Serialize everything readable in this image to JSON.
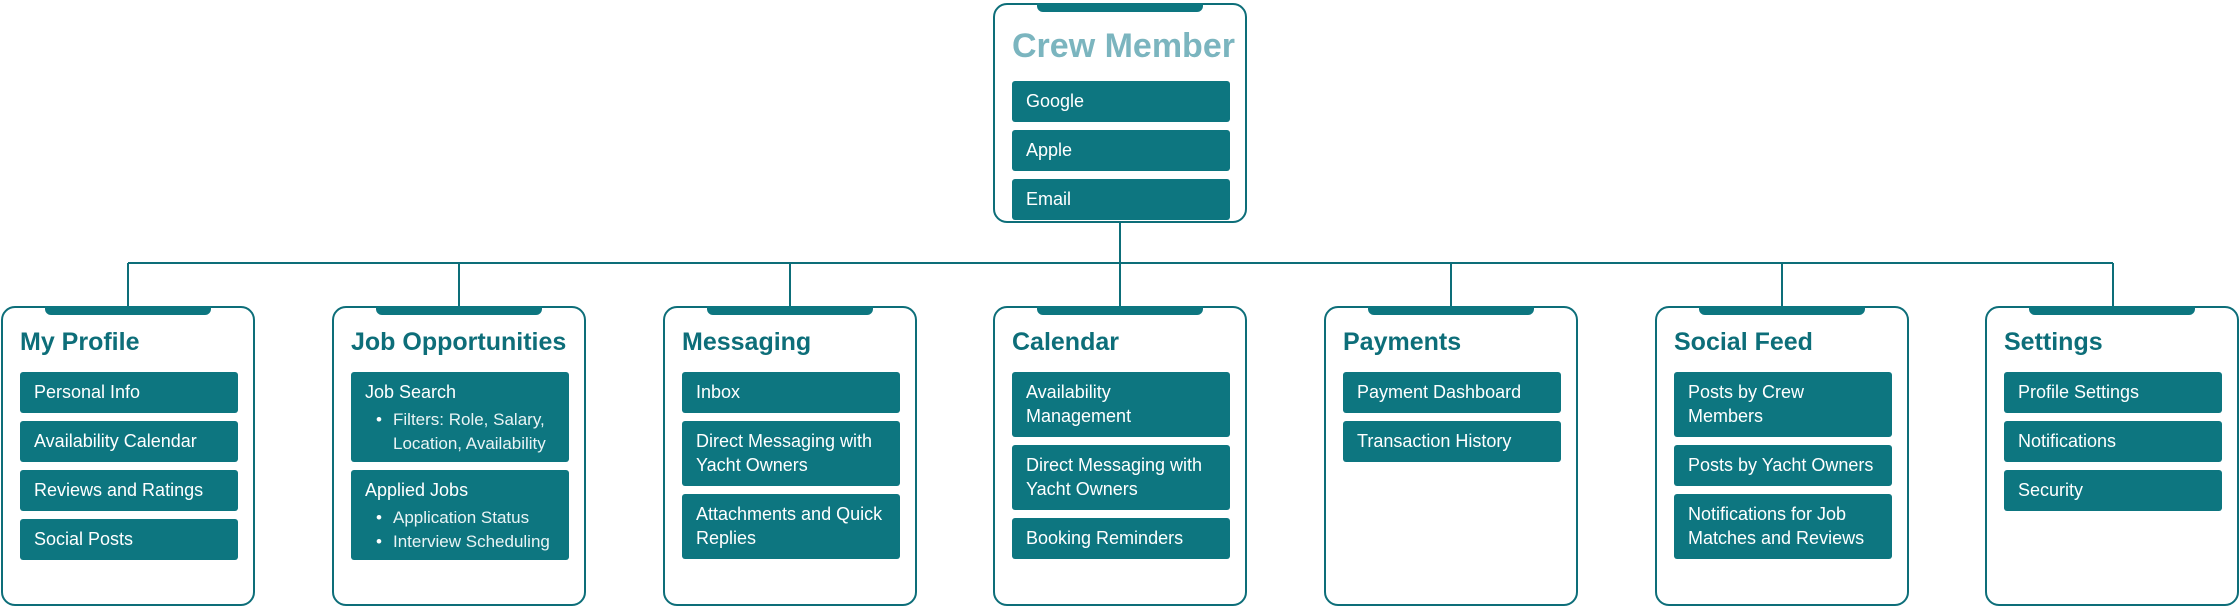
{
  "root": {
    "title": "Crew Member",
    "items": [
      "Google",
      "Apple",
      "Email"
    ]
  },
  "columns": [
    {
      "title": "My Profile",
      "items": [
        {
          "label": "Personal Info"
        },
        {
          "label": "Availability Calendar"
        },
        {
          "label": "Reviews and Ratings"
        },
        {
          "label": "Social Posts"
        }
      ]
    },
    {
      "title": "Job Opportunities",
      "items": [
        {
          "label": "Job Search",
          "sub": [
            "Filters: Role, Salary, Location, Availability"
          ]
        },
        {
          "label": "Applied Jobs",
          "sub": [
            "Application Status",
            "Interview Scheduling"
          ]
        }
      ]
    },
    {
      "title": "Messaging",
      "items": [
        {
          "label": "Inbox"
        },
        {
          "label": "Direct Messaging with Yacht Owners"
        },
        {
          "label": "Attachments and Quick Replies"
        }
      ]
    },
    {
      "title": "Calendar",
      "items": [
        {
          "label": "Availability Management"
        },
        {
          "label": "Direct Messaging with Yacht Owners"
        },
        {
          "label": "Booking Reminders"
        }
      ]
    },
    {
      "title": "Payments",
      "items": [
        {
          "label": "Payment Dashboard"
        },
        {
          "label": "Transaction History"
        }
      ]
    },
    {
      "title": "Social Feed",
      "items": [
        {
          "label": "Posts by Crew Members"
        },
        {
          "label": "Posts by Yacht Owners"
        },
        {
          "label": "Notifications for Job Matches and Reviews"
        }
      ]
    },
    {
      "title": "Settings",
      "items": [
        {
          "label": "Profile Settings"
        },
        {
          "label": "Notifications"
        },
        {
          "label": "Security"
        }
      ]
    }
  ],
  "colors": {
    "primary": "#0d7680",
    "border": "#0d6e79",
    "root_title": "#7bb5bf",
    "text_on_primary": "#ffffff"
  }
}
